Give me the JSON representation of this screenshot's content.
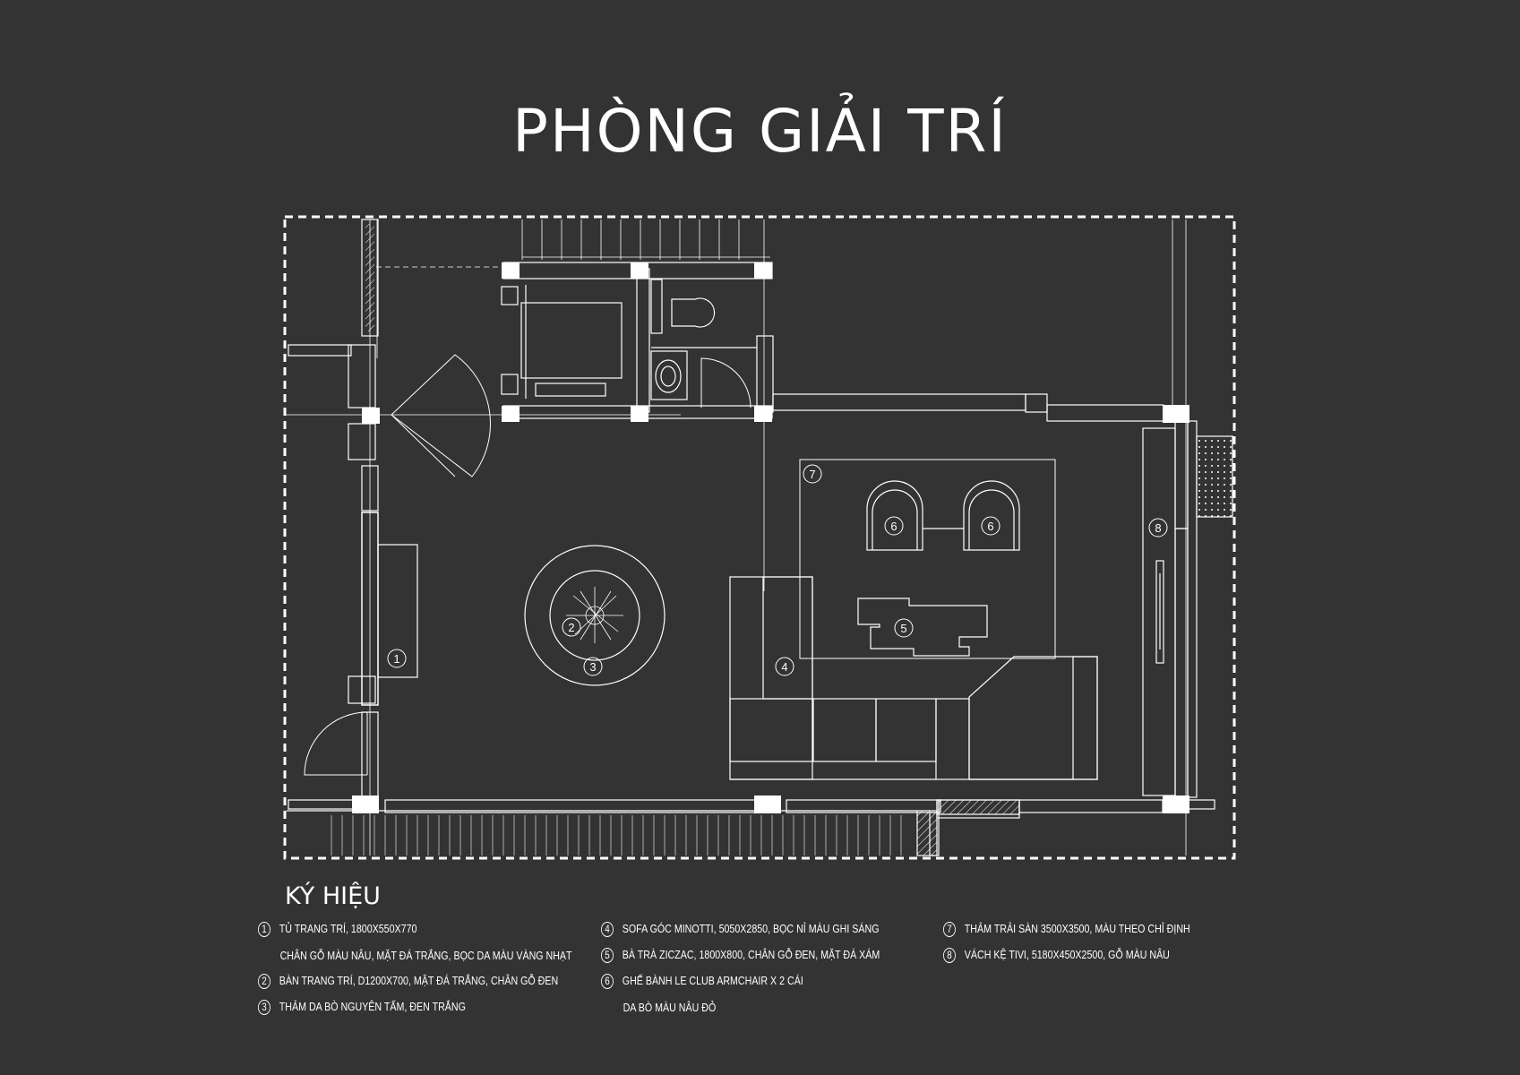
{
  "title": "PHÒNG GIẢI TRÍ",
  "plan_labels": [
    "1",
    "2",
    "3",
    "4",
    "5",
    "6",
    "6",
    "7",
    "8"
  ],
  "legend": {
    "title": "KÝ HIỆU",
    "items": [
      {
        "num": "1",
        "lines": [
          "TỦ TRANG TRÍ, 1800X550X770",
          "CHÂN GỖ MÀU NÂU, MẶT ĐÁ TRẮNG, BỌC DA MÀU VÀNG NHẠT"
        ]
      },
      {
        "num": "2",
        "lines": [
          "BÀN TRANG TRÍ, D1200X700, MẶT ĐÁ TRẮNG, CHÂN GỖ ĐEN"
        ]
      },
      {
        "num": "3",
        "lines": [
          "THẢM DA BÒ NGUYÊN TẤM, ĐEN TRẮNG"
        ]
      },
      {
        "num": "4",
        "lines": [
          "SOFA GÓC MINOTTI, 5050X2850, BỌC NỈ MÀU GHI SÁNG"
        ]
      },
      {
        "num": "5",
        "lines": [
          "BÀ TRÀ ZICZAC, 1800X800, CHÂN GỖ ĐEN, MẶT ĐÁ XÁM"
        ]
      },
      {
        "num": "6",
        "lines": [
          "GHẾ BÀNH LE CLUB ARMCHAIR X 2 CÁI",
          "DA BÒ MÀU NÂU ĐỎ"
        ]
      },
      {
        "num": "7",
        "lines": [
          "THẢM TRẢI SÀN 3500X3500, MÀU THEO CHỈ ĐỊNH"
        ]
      },
      {
        "num": "8",
        "lines": [
          "VÁCH KỆ TIVI, 5180X450X2500, GỖ MÀU NÂU"
        ]
      }
    ]
  },
  "colors": {
    "background": "#333333",
    "line": "#ffffff"
  }
}
